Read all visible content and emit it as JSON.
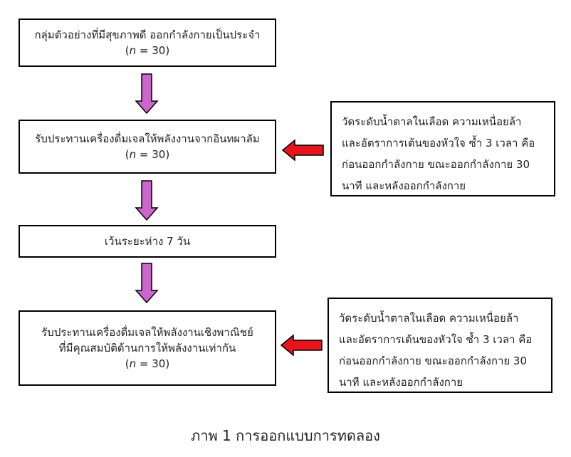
{
  "steps": [
    {
      "line1": "กลุ่มตัวอย่างที่มีสุขภาพดี ออกกำลังกายเป็นประจำ",
      "n_var": "n",
      "n_rest": " = 30)"
    },
    {
      "line1": "รับประทานเครื่องดื่มเจลให้พลังงานจากอินทผาลัม",
      "n_var": "n",
      "n_rest": " = 30)"
    },
    {
      "line1": "เว้นระยะห่าง 7 วัน"
    },
    {
      "line1": "รับประทานเครื่องดื่มเจลให้พลังงานเชิงพาณิชย์",
      "line2": "ที่มีคุณสมบัติด้านการให้พลังงานเท่ากัน",
      "n_var": "n",
      "n_rest": " = 30)"
    }
  ],
  "measure_note": {
    "lines": [
      "วัดระดับน้ำตาลในเลือด ความเหนื่อยล้า",
      "และอัตราการเต้นของหัวใจ ซ้ำ 3 เวลา คือ",
      "ก่อนออกกำลังกาย ขณะออกกำลังกาย 30",
      "นาที และหลังออกกำลังกาย"
    ]
  },
  "caption": "ภาพ 1 การออกแบบการทดลอง",
  "colors": {
    "down_arrow": "#cc66cc",
    "left_arrow": "#e8141c"
  }
}
